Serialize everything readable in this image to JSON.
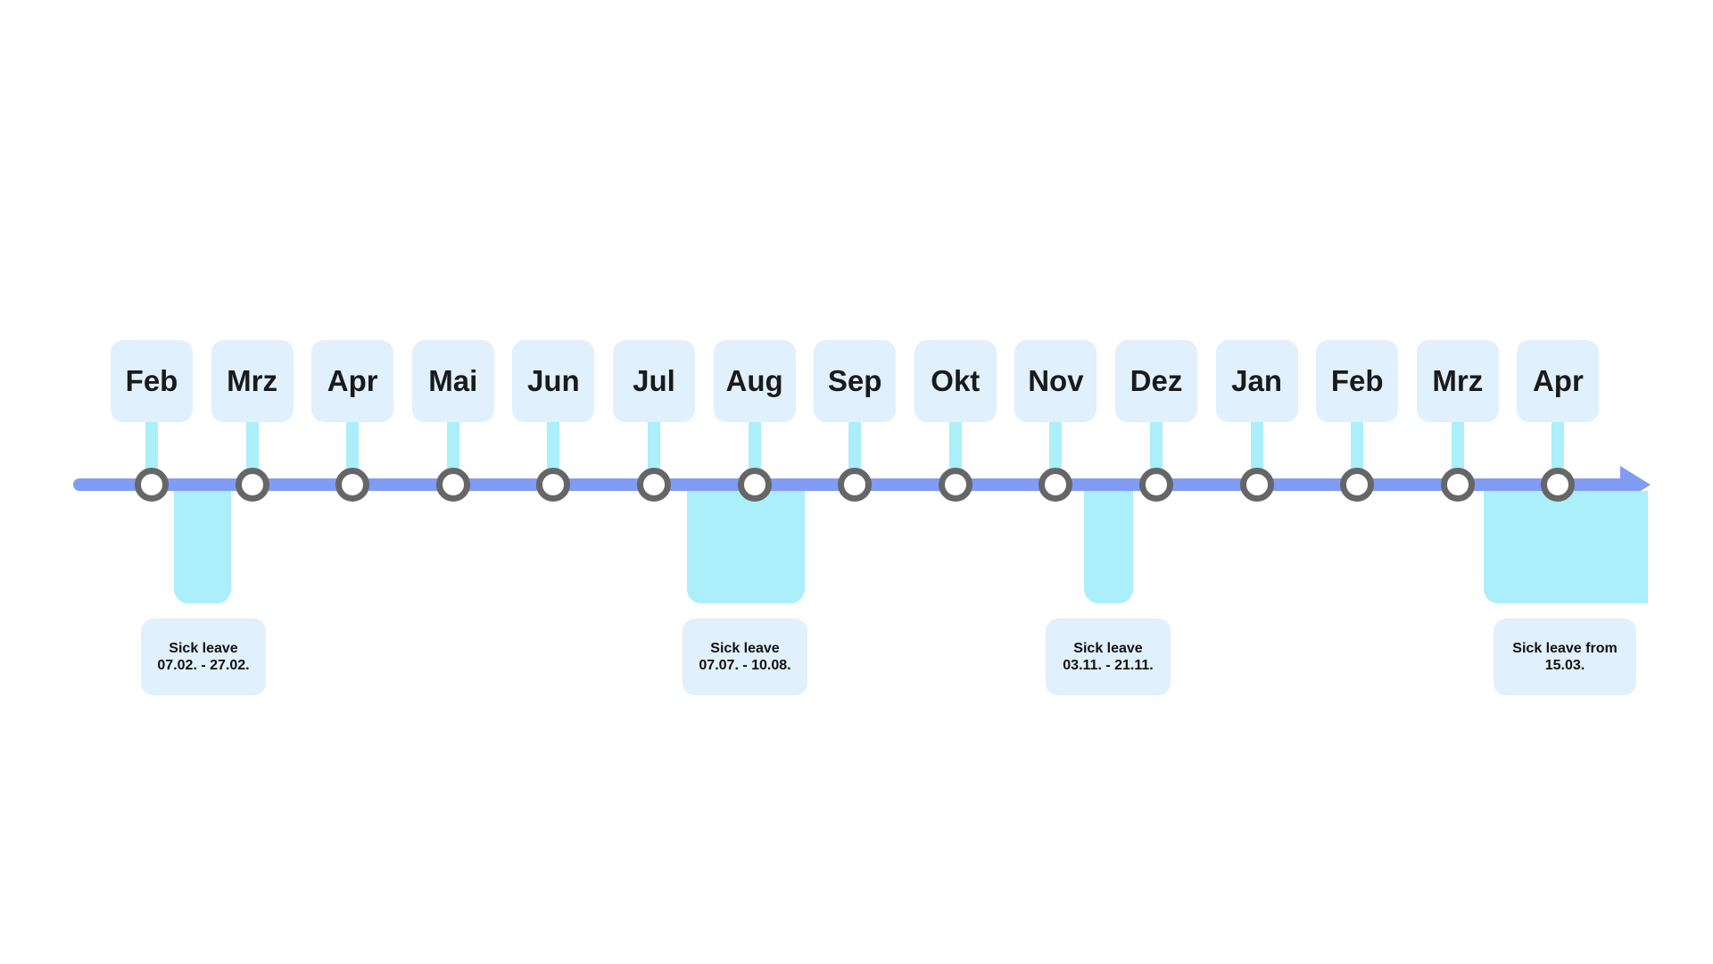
{
  "months": [
    {
      "label": "Feb"
    },
    {
      "label": "Mrz"
    },
    {
      "label": "Apr"
    },
    {
      "label": "Mai"
    },
    {
      "label": "Jun"
    },
    {
      "label": "Jul"
    },
    {
      "label": "Aug"
    },
    {
      "label": "Sep"
    },
    {
      "label": "Okt"
    },
    {
      "label": "Nov"
    },
    {
      "label": "Dez"
    },
    {
      "label": "Jan"
    },
    {
      "label": "Feb"
    },
    {
      "label": "Mrz"
    },
    {
      "label": "Apr"
    }
  ],
  "sick_leaves": [
    {
      "line1": "Sick leave",
      "line2": "07.02. - 27.02."
    },
    {
      "line1": "Sick leave",
      "line2": "07.07. - 10.08."
    },
    {
      "line1": "Sick leave",
      "line2": "03.11. - 21.11."
    },
    {
      "line1": "Sick leave from",
      "line2": "15.03."
    }
  ],
  "colors": {
    "axis": "#809cf5",
    "period_fill": "#aaeffa",
    "label_box": "#e0f0fc",
    "node_ring": "#666666"
  }
}
